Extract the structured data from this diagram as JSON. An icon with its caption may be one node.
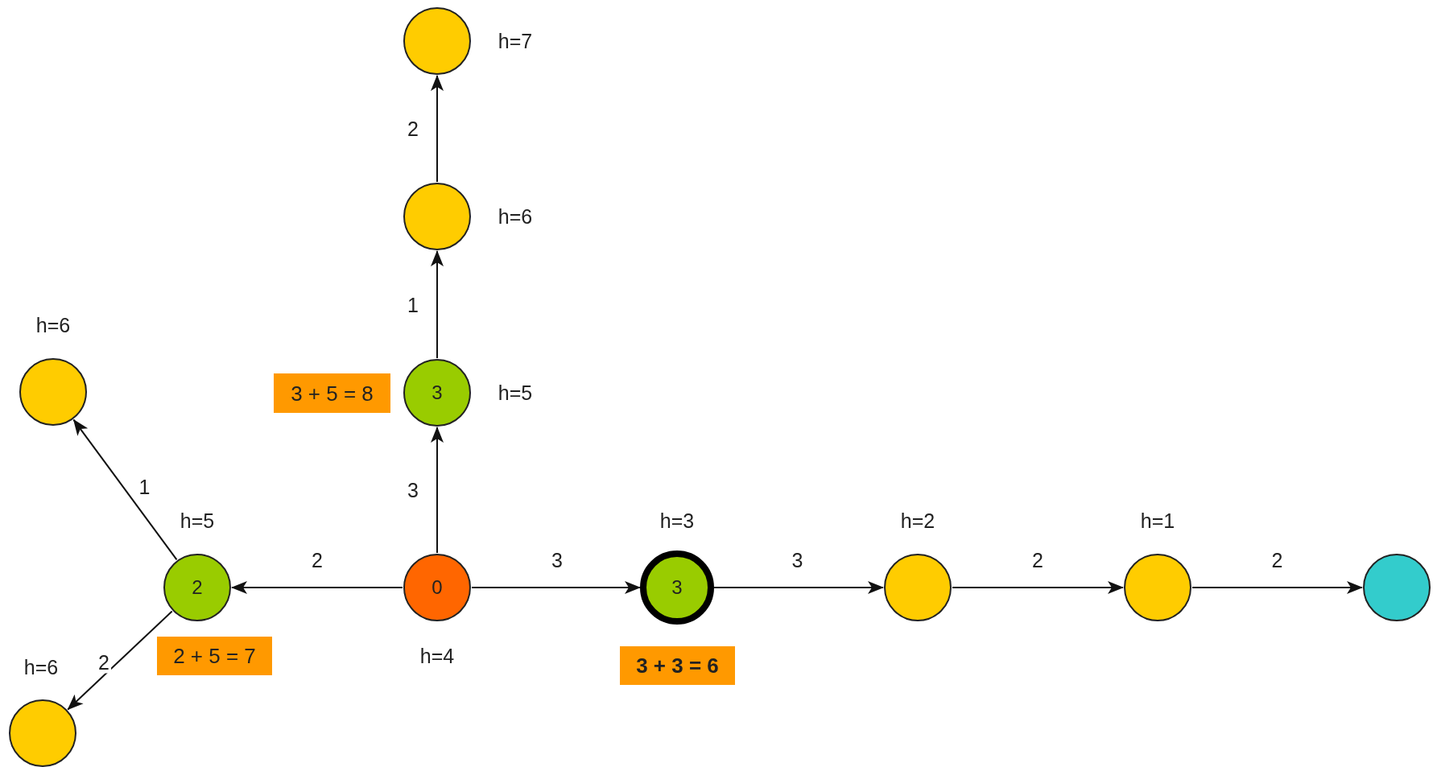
{
  "diagram": {
    "nodes": [
      {
        "text": [],
        "shape": "circle",
        "beside": [
          "h=7"
        ]
      },
      {
        "text": [],
        "shape": "circle",
        "beside": [
          "h=6"
        ]
      },
      {
        "text": [],
        "shape": "circle",
        "beside": [
          "h=6"
        ]
      },
      {
        "text": [
          "3 + 5 = 8"
        ]
      },
      {
        "text": [
          "3"
        ],
        "beside": [
          "h=5"
        ]
      },
      {
        "text": [
          "2"
        ],
        "beside": [
          "h=5"
        ]
      },
      {
        "text": [
          "0"
        ],
        "beside": [
          "h=4"
        ]
      },
      {
        "text": [
          "3"
        ],
        "beside": [
          "h=3"
        ]
      },
      {
        "text": [],
        "shape": "circle",
        "beside": [
          "h=2"
        ]
      },
      {
        "text": [],
        "shape": "circle",
        "beside": [
          "h=1"
        ]
      },
      {
        "text": [],
        "shape": "circle"
      },
      {
        "text": [
          "2 + 5 = 7"
        ]
      },
      {
        "text": [
          "3 + 3 = 6"
        ]
      },
      {
        "text": [],
        "shape": "circle",
        "beside": [
          "h=6"
        ]
      }
    ],
    "edges": [
      {
        "from": 6,
        "to": 5,
        "arrow": "to",
        "label": "2"
      },
      {
        "from": 5,
        "to": 2,
        "arrow": "to",
        "label": "1"
      },
      {
        "from": 5,
        "to": 13,
        "arrow": "to",
        "label": "2"
      },
      {
        "from": 6,
        "to": 4,
        "arrow": "to",
        "label": "3"
      },
      {
        "from": 4,
        "to": 1,
        "arrow": "to",
        "label": "1"
      },
      {
        "from": 1,
        "to": 0,
        "arrow": "to",
        "label": "2"
      },
      {
        "from": 6,
        "to": 7,
        "arrow": "to",
        "label": "3"
      },
      {
        "from": 7,
        "to": 8,
        "arrow": "to",
        "label": "3"
      },
      {
        "from": 8,
        "to": 9,
        "arrow": "to",
        "label": "2"
      },
      {
        "from": 9,
        "to": 10,
        "arrow": "to",
        "label": "2"
      }
    ]
  }
}
